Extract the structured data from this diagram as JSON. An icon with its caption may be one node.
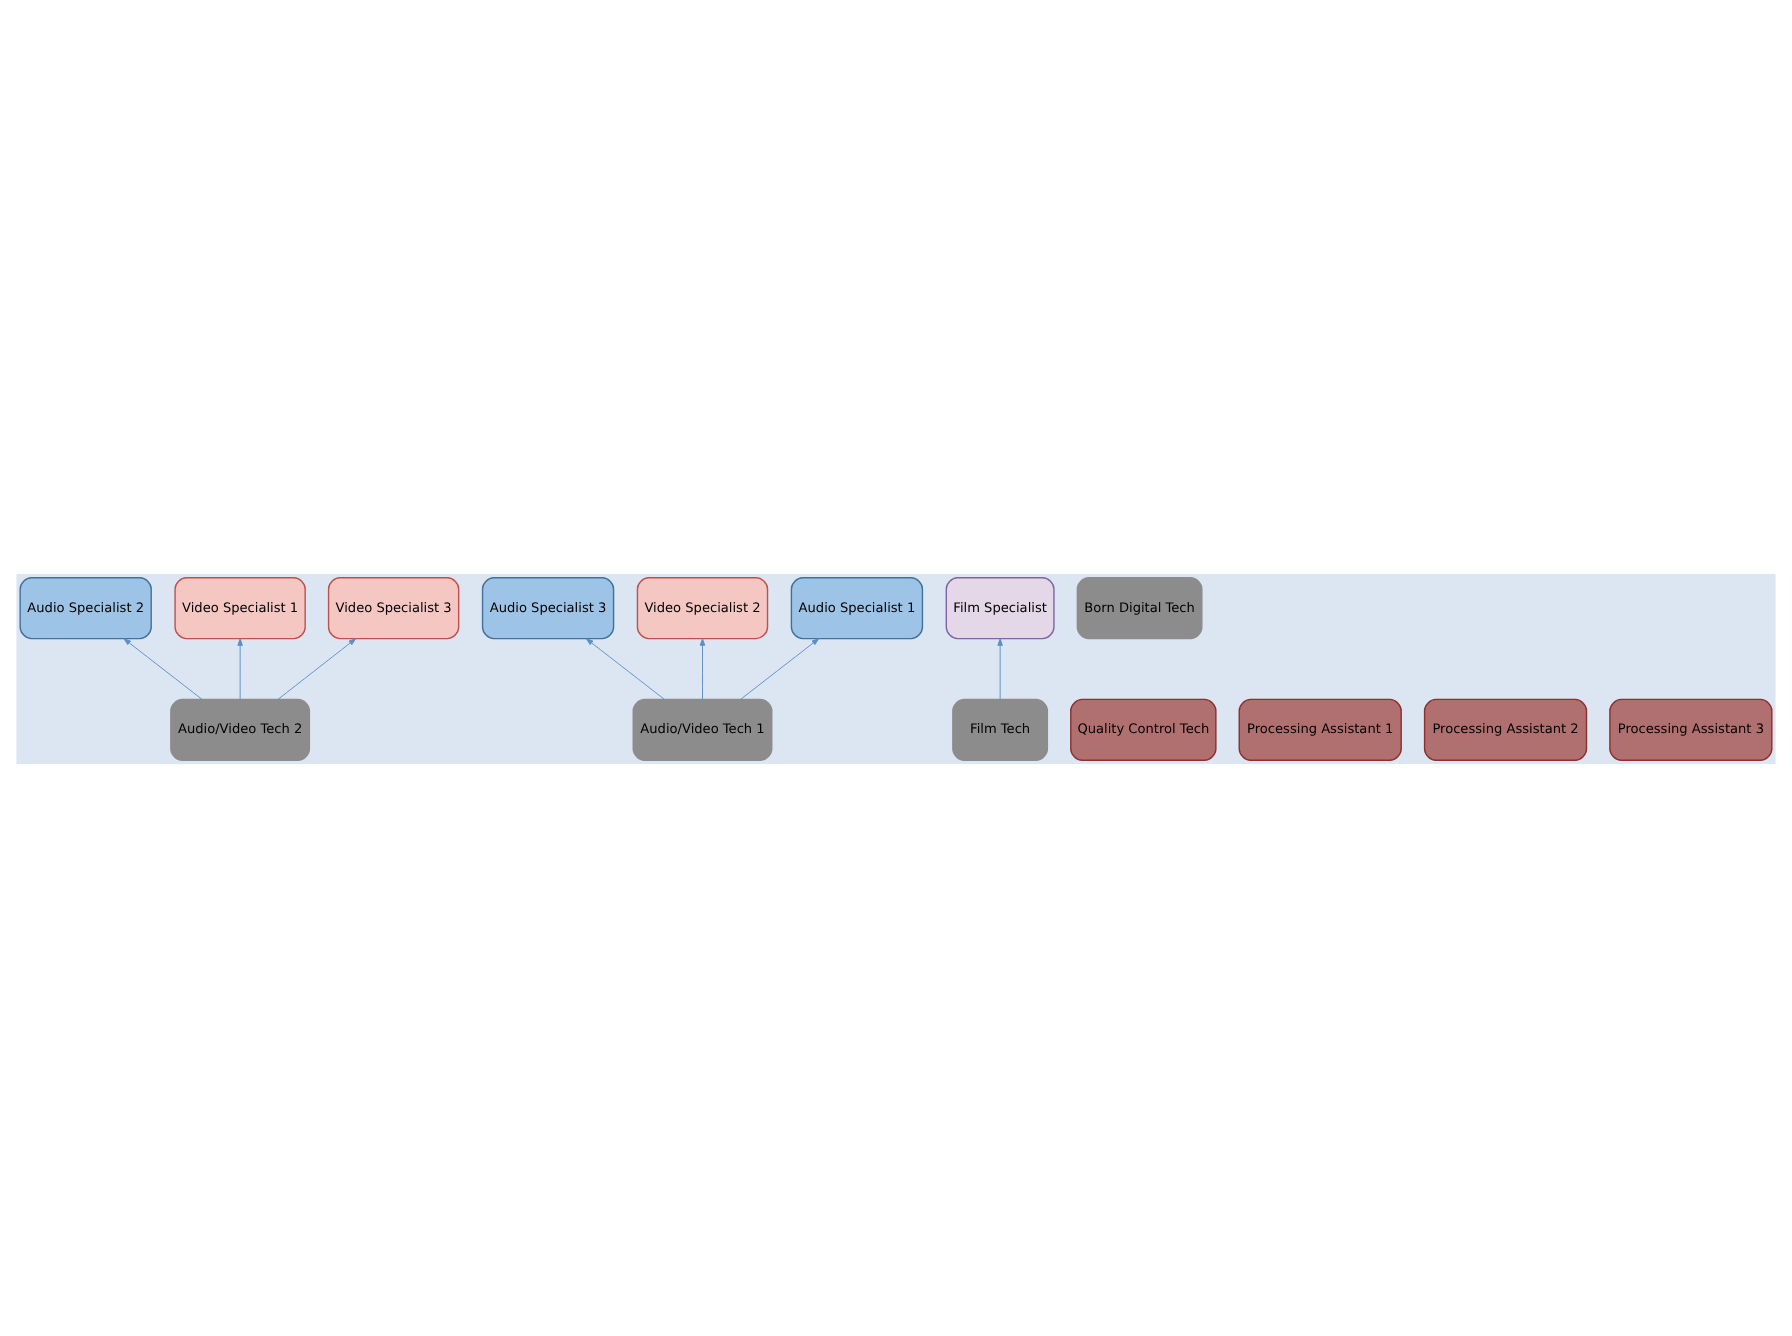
{
  "diagram": {
    "nodes": [
      {
        "text": [
          "Audio Specialist 2"
        ]
      },
      {
        "text": [
          "Audio Specialist 3"
        ]
      },
      {
        "text": [
          "Video Specialist 1"
        ]
      },
      {
        "text": [
          "Video Specialist 2"
        ]
      },
      {
        "text": [
          "Audio Specialist 1"
        ]
      },
      {
        "text": [
          "Video Specialist 3"
        ]
      },
      {
        "text": [
          "Film Specialist"
        ]
      },
      {
        "text": [
          "Born Digital Tech"
        ]
      },
      {
        "text": [
          "Audio/Video Tech 1"
        ]
      },
      {
        "text": [
          "Audio/Video Tech 2"
        ]
      },
      {
        "text": [
          "Film Tech"
        ]
      },
      {
        "text": [
          "Quality Control Tech"
        ]
      },
      {
        "text": [
          "Processing Assistant 1"
        ]
      },
      {
        "text": [
          "Processing Assistant 2"
        ]
      },
      {
        "text": [
          "Processing Assistant 3"
        ]
      }
    ],
    "edges": [
      {
        "from": 10,
        "to": 6,
        "arrow": "to"
      },
      {
        "from": 8,
        "to": 4,
        "arrow": "to"
      },
      {
        "from": 8,
        "to": 1,
        "arrow": "to"
      },
      {
        "from": 8,
        "to": 3,
        "arrow": "to"
      },
      {
        "from": 9,
        "to": 0,
        "arrow": "to"
      },
      {
        "from": 9,
        "to": 2,
        "arrow": "to"
      },
      {
        "from": 9,
        "to": 5,
        "arrow": "to"
      }
    ]
  }
}
